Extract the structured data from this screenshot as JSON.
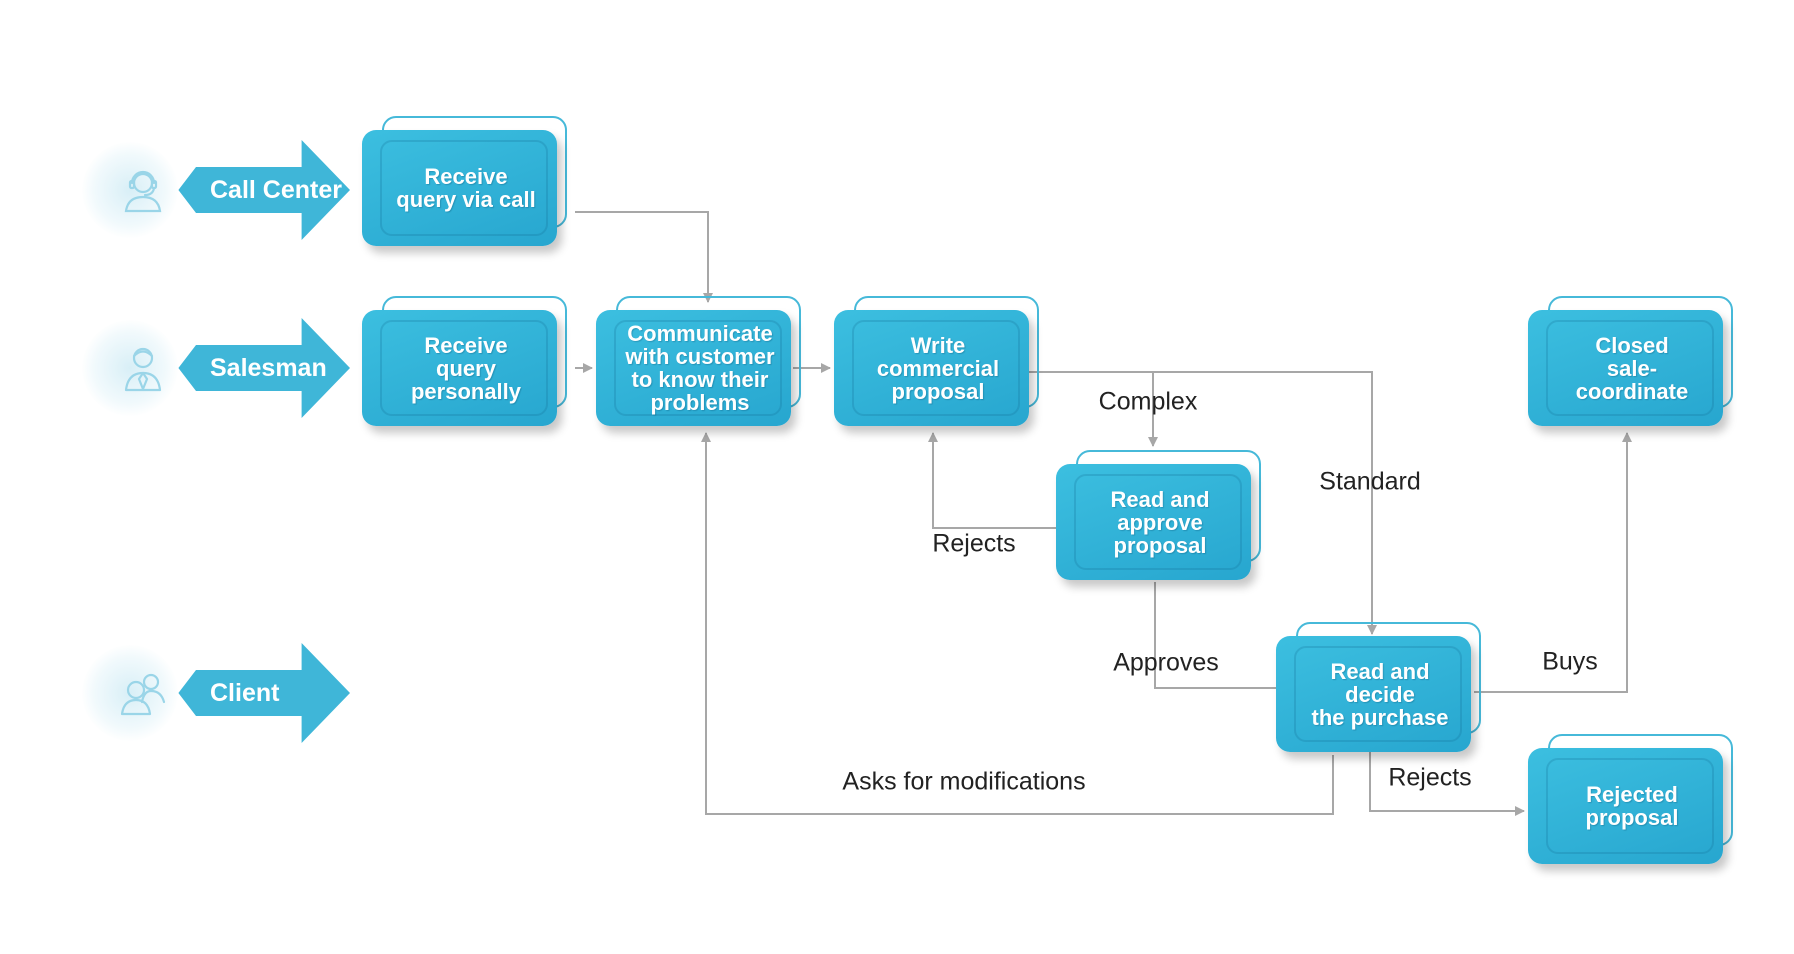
{
  "colors": {
    "accent": "#3fb6d8",
    "box_gradient_top": "#3cbfe0",
    "box_gradient_bottom": "#27a6cf",
    "connector": "#a7a7a7",
    "icon": "#9ad5e8",
    "label_text": "#222222"
  },
  "lanes": [
    {
      "id": "call-center",
      "label": "Call Center",
      "icon": "headset-operator-icon"
    },
    {
      "id": "salesman",
      "label": "Salesman",
      "icon": "businessman-icon"
    },
    {
      "id": "client",
      "label": "Client",
      "icon": "users-icon"
    }
  ],
  "steps": [
    {
      "id": "receive-call",
      "label": "Receive\nquery via call"
    },
    {
      "id": "receive-personal",
      "label": "Receive\nquery\npersonally"
    },
    {
      "id": "communicate",
      "label": "Communicate\nwith customer\nto know their\nproblems"
    },
    {
      "id": "write-proposal",
      "label": "Write\ncommercial\nproposal"
    },
    {
      "id": "approve-proposal",
      "label": "Read and\napprove\nproposal"
    },
    {
      "id": "decide-purchase",
      "label": "Read and\ndecide\nthe purchase"
    },
    {
      "id": "closed-sale",
      "label": "Closed\nsale-\ncoordinate"
    },
    {
      "id": "rejected-proposal",
      "label": "Rejected\nproposal"
    }
  ],
  "connector_labels": {
    "complex": "Complex",
    "standard": "Standard",
    "rejects_approval": "Rejects",
    "approves": "Approves",
    "buys": "Buys",
    "rejects_purchase": "Rejects",
    "asks_modifications": "Asks for modifications"
  }
}
